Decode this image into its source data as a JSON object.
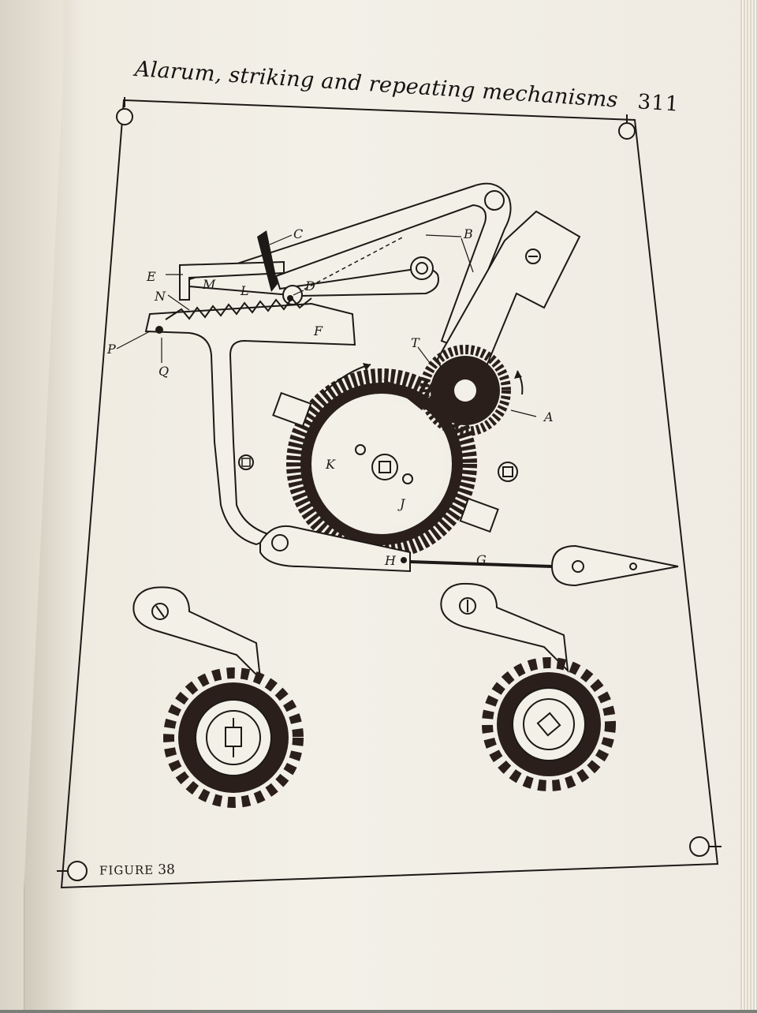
{
  "header": {
    "title": "Alarum, striking and repeating mechanisms",
    "page_number": "311"
  },
  "figure": {
    "caption_word": "FIGURE",
    "caption_number": "38",
    "labels": [
      "A",
      "B",
      "C",
      "D",
      "E",
      "F",
      "G",
      "H",
      "J",
      "K",
      "L",
      "M",
      "N",
      "P",
      "Q",
      "T"
    ]
  }
}
